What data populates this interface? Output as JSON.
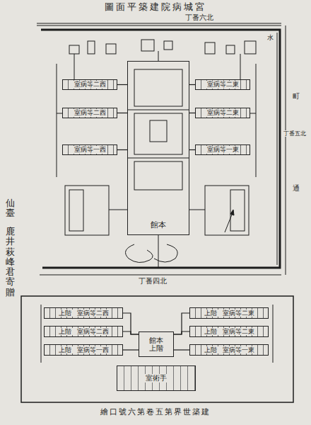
{
  "diagram": {
    "title": "圖面平築建院病城宮",
    "caption": "繪口號六第卷五第界世築建",
    "nodes": [
      {
        "text": [
          "室病等二西"
        ]
      },
      {
        "text": [
          "室病等二西"
        ]
      },
      {
        "text": [
          "室病等一西"
        ]
      },
      {
        "text": [
          "室病等二東"
        ]
      },
      {
        "text": [
          "室病等二東"
        ]
      },
      {
        "text": [
          "室病等一東"
        ]
      },
      {
        "text": [
          "館本"
        ]
      },
      {
        "text": [
          "上階",
          "室病等二西"
        ]
      },
      {
        "text": [
          "上階",
          "室病等二西"
        ]
      },
      {
        "text": [
          "上階",
          "室病等一西"
        ]
      },
      {
        "text": [
          "上階",
          "室病等二東"
        ]
      },
      {
        "text": [
          "上階",
          "室病等二東"
        ]
      },
      {
        "text": [
          "上階",
          "室病等一東"
        ]
      },
      {
        "text": [
          "館本",
          "上階"
        ]
      },
      {
        "text": [
          "室術手"
        ]
      }
    ],
    "edges": [
      {
        "from": 0,
        "to": 6,
        "arrow": "none"
      },
      {
        "from": 1,
        "to": 6,
        "arrow": "none"
      },
      {
        "from": 2,
        "to": 6,
        "arrow": "none"
      },
      {
        "from": 3,
        "to": 6,
        "arrow": "none"
      },
      {
        "from": 4,
        "to": 6,
        "arrow": "none"
      },
      {
        "from": 5,
        "to": 6,
        "arrow": "none"
      },
      {
        "from": 7,
        "to": 13,
        "arrow": "none"
      },
      {
        "from": 8,
        "to": 13,
        "arrow": "none"
      },
      {
        "from": 9,
        "to": 13,
        "arrow": "none"
      },
      {
        "from": 10,
        "to": 13,
        "arrow": "none"
      },
      {
        "from": 11,
        "to": 13,
        "arrow": "none"
      },
      {
        "from": 12,
        "to": 13,
        "arrow": "none"
      }
    ],
    "labels": [
      "丁番六北",
      "丁番四北",
      "丁番五北",
      "町",
      "通",
      "水",
      "仙臺",
      "鹿井萩峰君寄贈"
    ]
  }
}
